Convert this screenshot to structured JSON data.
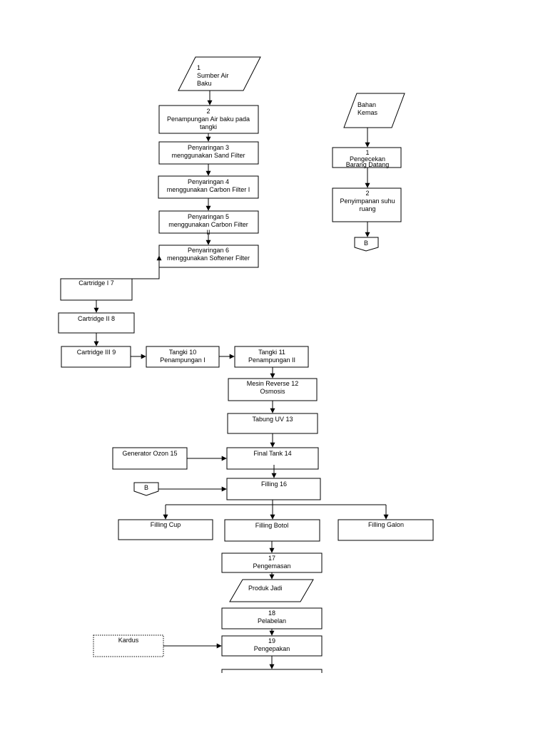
{
  "left_flow": {
    "sumber": [
      "1",
      "Sumber Air",
      "Baku"
    ],
    "penampungan": [
      "2",
      "Penampungan Air baku pada",
      "tangki"
    ],
    "sand_filter": [
      "Penyaringan 3",
      "menggunakan Sand Filter"
    ],
    "carbon_filter_1": [
      "Penyaringan 4",
      "menggunakan Carbon Filter I"
    ],
    "carbon_filter_2": [
      "Penyaringan 5",
      "menggunakan Carbon Filter",
      "II"
    ],
    "softener_filter": [
      "Penyaringan 6",
      "menggunakan Softener Filter"
    ],
    "cartridge_1": "Cartridge I 7",
    "cartridge_2": "Cartridge II 8",
    "cartridge_3": "Cartridge III 9",
    "tangki_10": [
      "Tangki 10",
      "Penampungan I"
    ],
    "tangki_11": [
      "Tangki 11",
      "Penampungan II"
    ],
    "reverse_osmosis": [
      "Mesin Reverse 12",
      "Osmosis"
    ],
    "tabung_uv": "Tabung UV 13",
    "generator_ozon": "Generator Ozon 15",
    "final_tank": "Final Tank 14",
    "connector_b": "B",
    "filling": "Filling 16",
    "filling_cup": "Filling Cup",
    "filling_botol": "Filling Botol",
    "filling_galon": "Filling Galon",
    "pengemasan": [
      "17",
      "Pengemasan"
    ],
    "produk_jadi": "Produk Jadi",
    "pelabelan": [
      "18",
      "Pelabelan"
    ],
    "kardus": "Kardus",
    "pengepakan": [
      "19",
      "Pengepakan"
    ]
  },
  "right_flow": {
    "bahan_kemas": [
      "Bahan",
      "Kemas"
    ],
    "pengecekan": [
      "1",
      "Pengecekan",
      "Barang Datang"
    ],
    "penyimpanan": [
      "2",
      "Penyimpanan suhu",
      "ruang"
    ],
    "connector_b": "B"
  }
}
